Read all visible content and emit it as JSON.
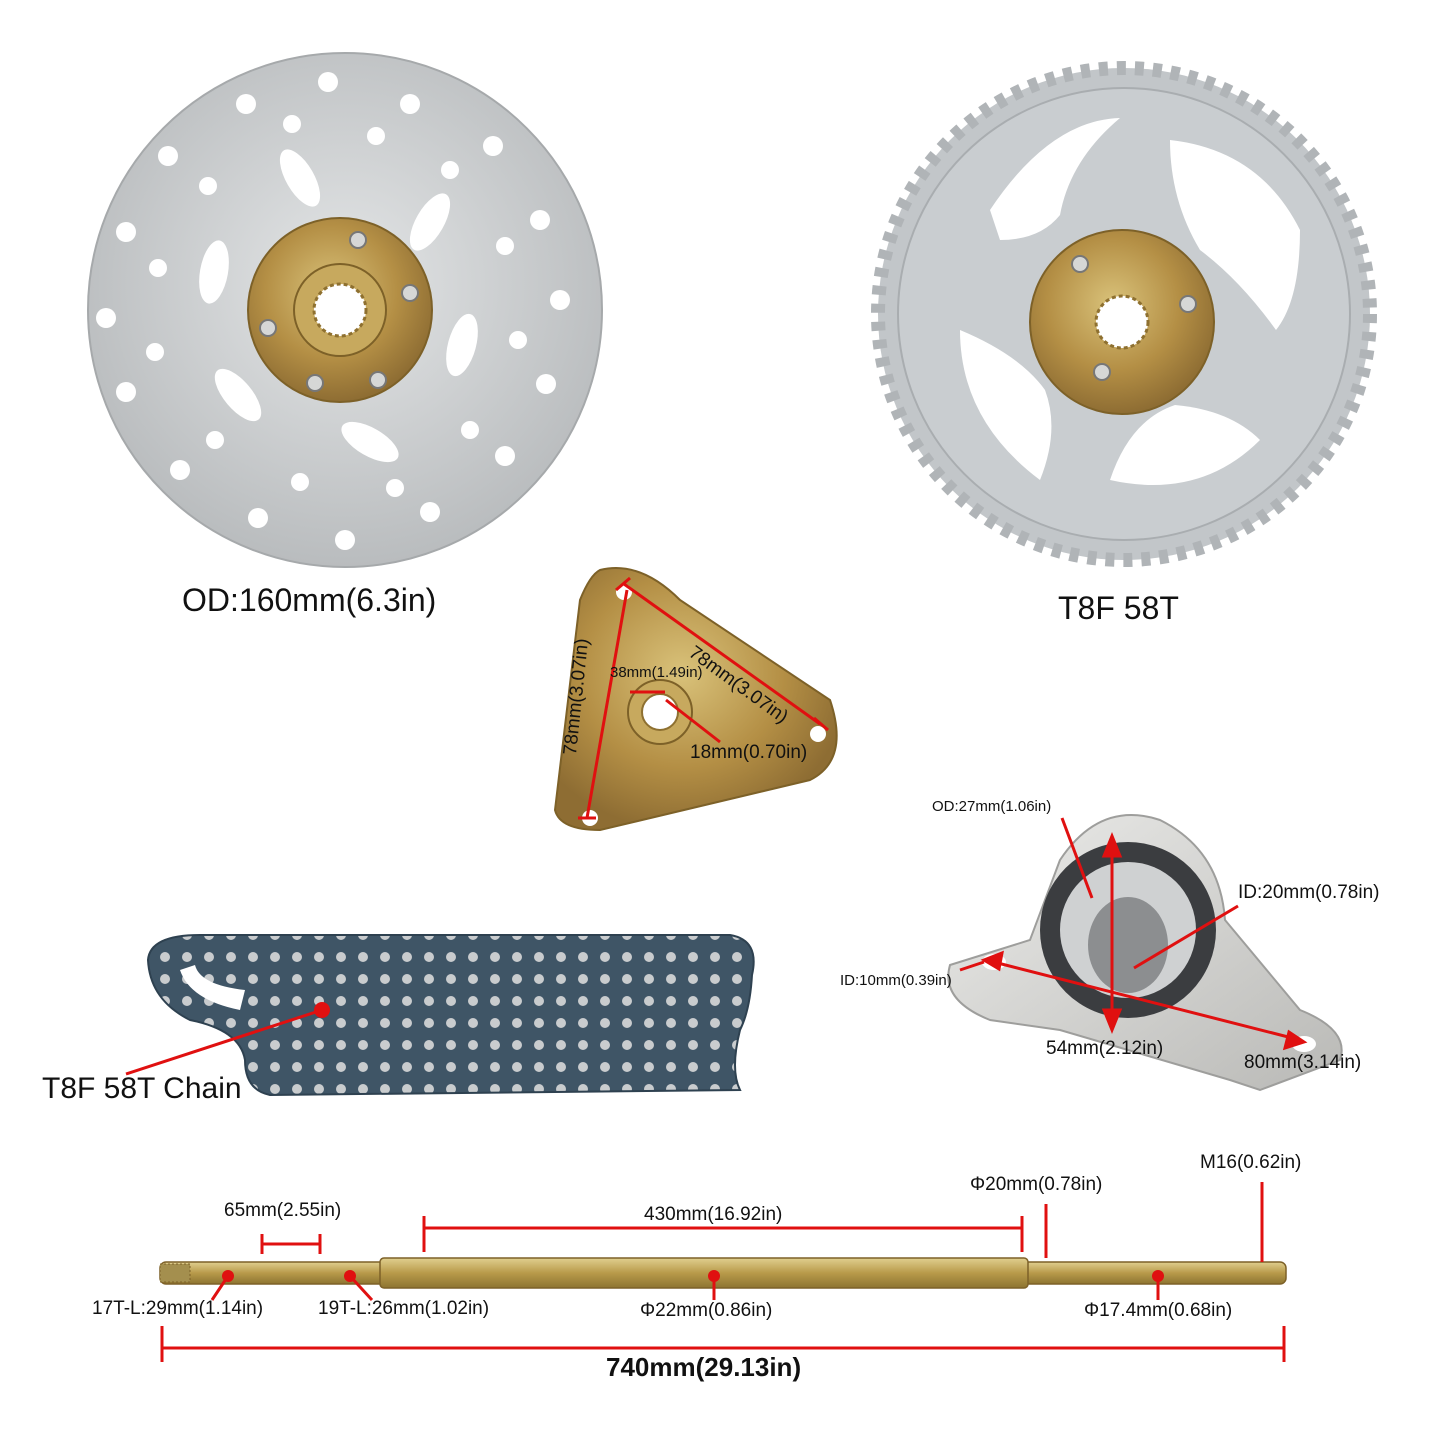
{
  "colors": {
    "annotation": "#e01010",
    "steel": "#c8cbcd",
    "zinc_gold": "#b89a4a",
    "chain": "#3f5566",
    "bearing_housing": "#d6d6d4"
  },
  "brake_disc": {
    "label": "OD:160mm(6.3in)"
  },
  "sprocket": {
    "label": "T8F 58T"
  },
  "hub": {
    "side_right": "78mm(3.07in)",
    "side_left": "78mm(3.07in)",
    "bore": "38mm(1.49in)",
    "spline": "18mm(0.70in)"
  },
  "bearing": {
    "od": "OD:27mm(1.06in)",
    "id_bore": "ID:20mm(0.78in)",
    "id_hole": "ID:10mm(0.39in)",
    "height": "54mm(2.12in)",
    "length": "80mm(3.14in)"
  },
  "chain": {
    "label": "T8F 58T Chain"
  },
  "axle": {
    "thread": "M16(0.62in)",
    "dia_20": "Φ20mm(0.78in)",
    "span_430": "430mm(16.92in)",
    "span_65": "65mm(2.55in)",
    "spline_17t": "17T-L:29mm(1.14in)",
    "spline_19t": "19T-L:26mm(1.02in)",
    "dia_22": "Φ22mm(0.86in)",
    "dia_174": "Φ17.4mm(0.68in)",
    "total": "740mm(29.13in)"
  }
}
